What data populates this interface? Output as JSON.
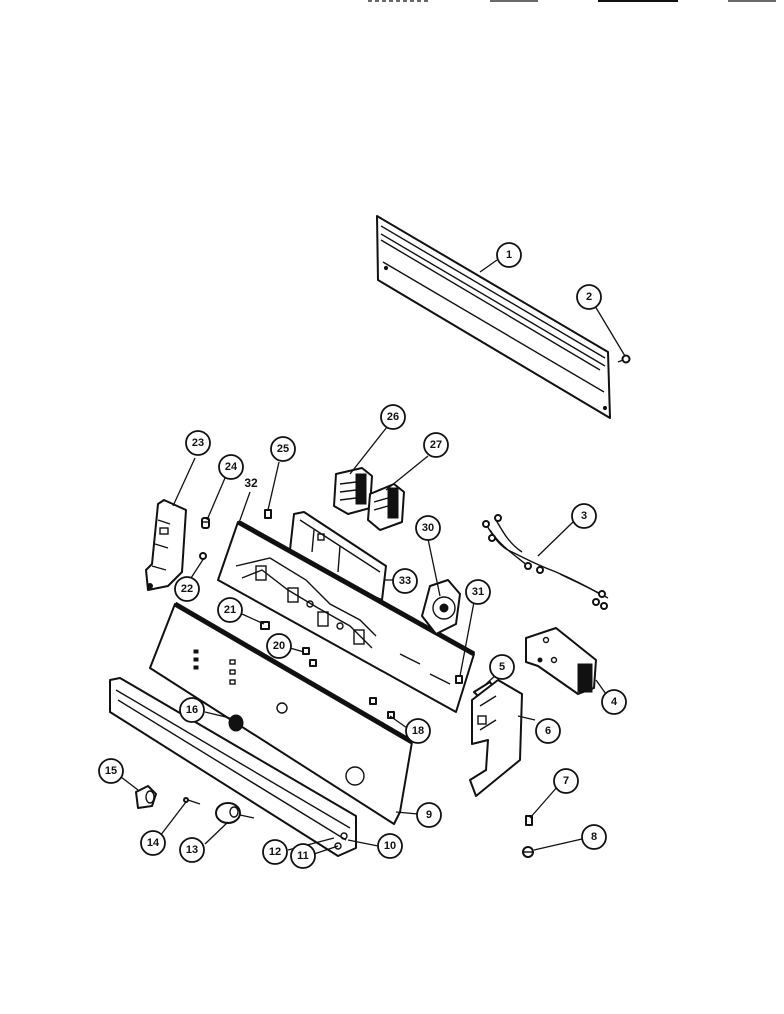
{
  "callouts": [
    {
      "id": "c1",
      "label": "1"
    },
    {
      "id": "c2",
      "label": "2"
    },
    {
      "id": "c3",
      "label": "3"
    },
    {
      "id": "c4",
      "label": "4"
    },
    {
      "id": "c5",
      "label": "5"
    },
    {
      "id": "c6",
      "label": "6"
    },
    {
      "id": "c7",
      "label": "7"
    },
    {
      "id": "c8",
      "label": "8"
    },
    {
      "id": "c9",
      "label": "9"
    },
    {
      "id": "c10",
      "label": "10"
    },
    {
      "id": "c11",
      "label": "11"
    },
    {
      "id": "c12",
      "label": "12"
    },
    {
      "id": "c13",
      "label": "13"
    },
    {
      "id": "c14",
      "label": "14"
    },
    {
      "id": "c15",
      "label": "15"
    },
    {
      "id": "c16",
      "label": "16"
    },
    {
      "id": "c18",
      "label": "18"
    },
    {
      "id": "c20",
      "label": "20"
    },
    {
      "id": "c21",
      "label": "21"
    },
    {
      "id": "c22",
      "label": "22"
    },
    {
      "id": "c23",
      "label": "23"
    },
    {
      "id": "c24",
      "label": "24"
    },
    {
      "id": "c25",
      "label": "25"
    },
    {
      "id": "c26",
      "label": "26"
    },
    {
      "id": "c27",
      "label": "27"
    },
    {
      "id": "c30",
      "label": "30"
    },
    {
      "id": "c31",
      "label": "31"
    },
    {
      "id": "c33",
      "label": "33"
    }
  ],
  "plain_labels": [
    {
      "id": "p32",
      "label": "32"
    }
  ]
}
